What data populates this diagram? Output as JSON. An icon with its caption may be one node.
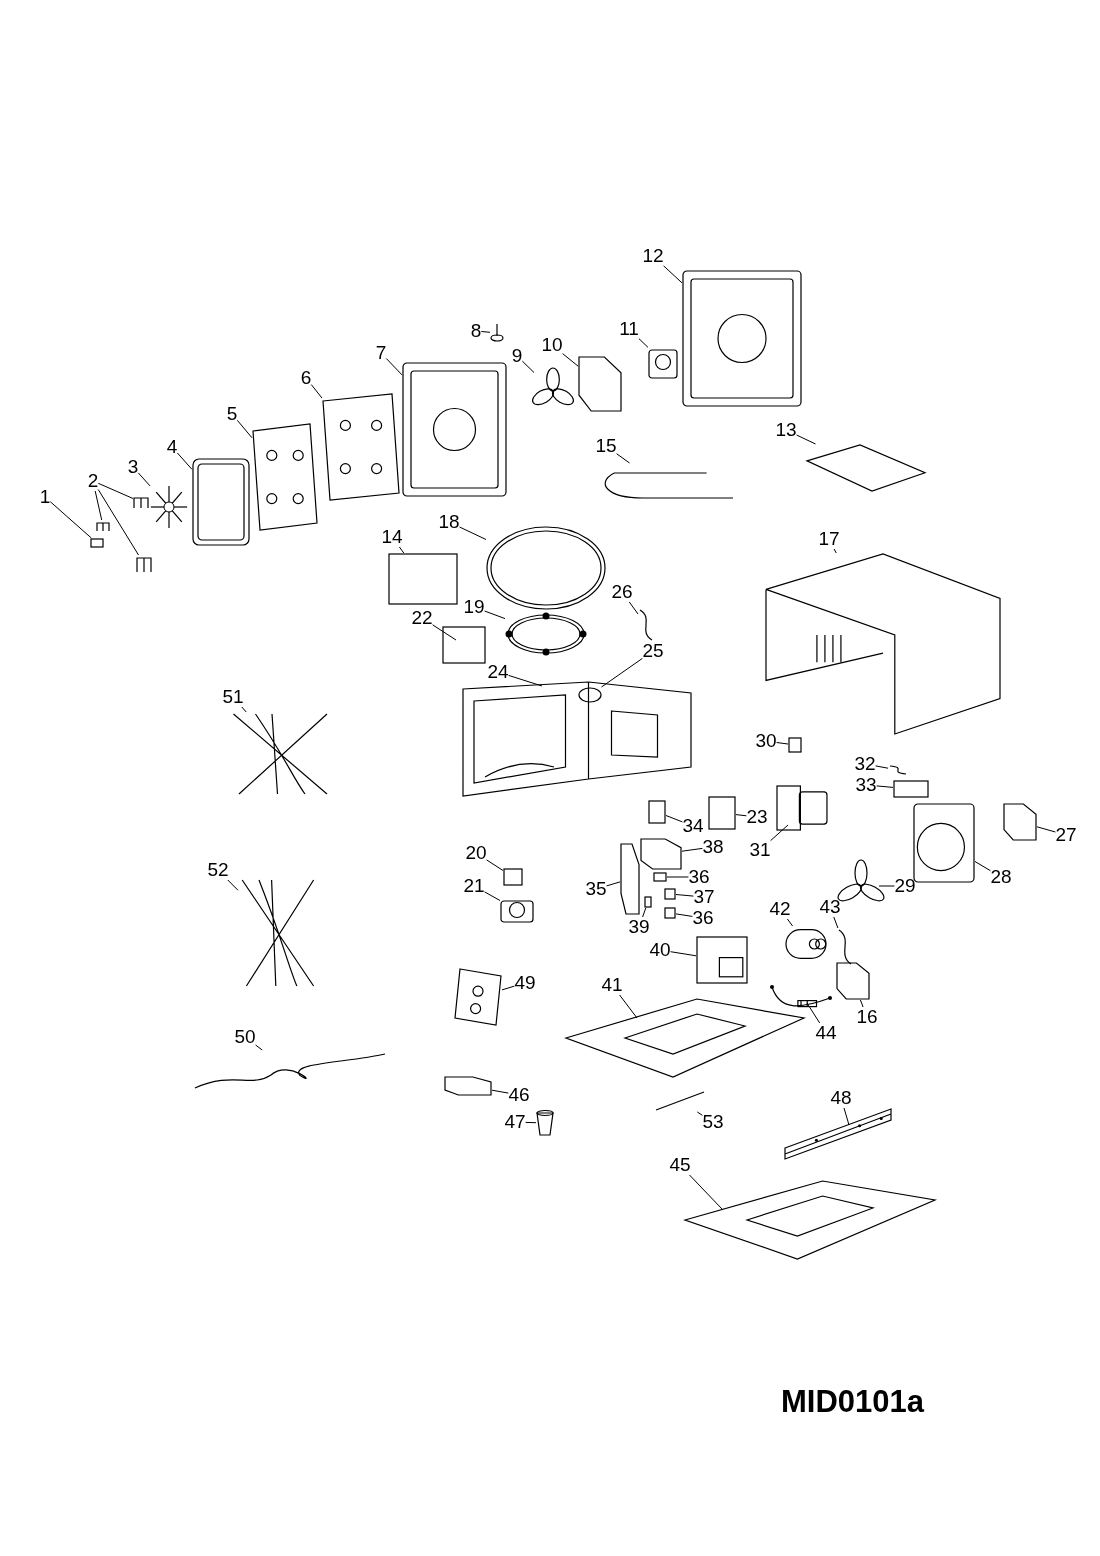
{
  "diagram": {
    "nodes": [
      {
        "text": [
          "1"
        ]
      },
      {
        "text": [],
        "shape": "box"
      },
      {
        "text": [
          "2"
        ]
      },
      {
        "text": [],
        "shape": "picture"
      },
      {
        "text": [],
        "shape": "picture"
      },
      {
        "text": [],
        "shape": "picture"
      },
      {
        "text": [
          "3"
        ]
      },
      {
        "text": [],
        "shape": "picture"
      },
      {
        "text": [
          "4"
        ]
      },
      {
        "text": [],
        "shape": "picture"
      },
      {
        "text": [
          "5"
        ]
      },
      {
        "text": [],
        "shape": "picture"
      },
      {
        "text": [
          "6"
        ]
      },
      {
        "text": [],
        "shape": "picture"
      },
      {
        "text": [
          "7"
        ]
      },
      {
        "text": [],
        "shape": "picture"
      },
      {
        "text": [
          "8"
        ]
      },
      {
        "text": [],
        "shape": "picture"
      },
      {
        "text": [
          "9"
        ]
      },
      {
        "text": [],
        "shape": "picture"
      },
      {
        "text": [
          "10"
        ]
      },
      {
        "text": [],
        "shape": "picture"
      },
      {
        "text": [
          "11"
        ]
      },
      {
        "text": [],
        "shape": "picture"
      },
      {
        "text": [
          "12"
        ]
      },
      {
        "text": [],
        "shape": "picture"
      },
      {
        "text": [
          "13"
        ]
      },
      {
        "text": [],
        "shape": "picture"
      },
      {
        "text": [
          "14"
        ]
      },
      {
        "text": [],
        "shape": "box"
      },
      {
        "text": [
          "15"
        ]
      },
      {
        "text": [],
        "shape": "picture"
      },
      {
        "text": [
          "16"
        ]
      },
      {
        "text": [],
        "shape": "picture"
      },
      {
        "text": [
          "17"
        ]
      },
      {
        "text": [],
        "shape": "picture"
      },
      {
        "text": [
          "18"
        ]
      },
      {
        "text": [],
        "shape": "picture"
      },
      {
        "text": [
          "19"
        ]
      },
      {
        "text": [],
        "shape": "picture"
      },
      {
        "text": [
          "20"
        ]
      },
      {
        "text": [],
        "shape": "box"
      },
      {
        "text": [
          "21"
        ]
      },
      {
        "text": [],
        "shape": "picture"
      },
      {
        "text": [
          "22"
        ]
      },
      {
        "text": [],
        "shape": "box"
      },
      {
        "text": [
          "23"
        ]
      },
      {
        "text": [],
        "shape": "box"
      },
      {
        "text": [
          "24"
        ]
      },
      {
        "text": [],
        "shape": "picture"
      },
      {
        "text": [
          "25"
        ]
      },
      {
        "text": [],
        "shape": "circle",
        "in": 49
      },
      {
        "text": [
          "26"
        ]
      },
      {
        "text": [],
        "shape": "picture"
      },
      {
        "text": [
          "27"
        ]
      },
      {
        "text": [],
        "shape": "picture"
      },
      {
        "text": [
          "28"
        ]
      },
      {
        "text": [],
        "shape": "picture"
      },
      {
        "text": [
          "29"
        ]
      },
      {
        "text": [],
        "shape": "picture"
      },
      {
        "text": [
          "30"
        ]
      },
      {
        "text": [],
        "shape": "box"
      },
      {
        "text": [
          "31"
        ]
      },
      {
        "text": [],
        "shape": "picture"
      },
      {
        "text": [
          "32"
        ]
      },
      {
        "text": [],
        "shape": "picture"
      },
      {
        "text": [
          "33"
        ]
      },
      {
        "text": [],
        "shape": "box"
      },
      {
        "text": [
          "34"
        ]
      },
      {
        "text": [],
        "shape": "box"
      },
      {
        "text": [
          "35"
        ]
      },
      {
        "text": [],
        "shape": "picture"
      },
      {
        "text": [
          "36"
        ]
      },
      {
        "text": [],
        "shape": "box"
      },
      {
        "text": [
          "37"
        ]
      },
      {
        "text": [],
        "shape": "box"
      },
      {
        "text": [
          "36"
        ]
      },
      {
        "text": [],
        "shape": "box"
      },
      {
        "text": [
          "38"
        ]
      },
      {
        "text": [],
        "shape": "picture"
      },
      {
        "text": [
          "39"
        ]
      },
      {
        "text": [],
        "shape": "box"
      },
      {
        "text": [
          "40"
        ]
      },
      {
        "text": [],
        "shape": "picture"
      },
      {
        "text": [
          "41"
        ]
      },
      {
        "text": [],
        "shape": "picture"
      },
      {
        "text": [
          "42"
        ]
      },
      {
        "text": [],
        "shape": "picture"
      },
      {
        "text": [
          "43"
        ]
      },
      {
        "text": [],
        "shape": "picture"
      },
      {
        "text": [
          "44"
        ]
      },
      {
        "text": [],
        "shape": "picture"
      },
      {
        "text": [
          "45"
        ]
      },
      {
        "text": [],
        "shape": "picture"
      },
      {
        "text": [
          "46"
        ]
      },
      {
        "text": [],
        "shape": "picture"
      },
      {
        "text": [
          "47"
        ]
      },
      {
        "text": [],
        "shape": "picture"
      },
      {
        "text": [
          "48"
        ]
      },
      {
        "text": [],
        "shape": "picture"
      },
      {
        "text": [
          "49"
        ]
      },
      {
        "text": [],
        "shape": "picture"
      },
      {
        "text": [
          "50"
        ]
      },
      {
        "text": [],
        "shape": "picture"
      },
      {
        "text": [
          "51"
        ]
      },
      {
        "text": [],
        "shape": "picture"
      },
      {
        "text": [
          "52"
        ]
      },
      {
        "text": [],
        "shape": "picture"
      },
      {
        "text": [
          "53"
        ]
      },
      {
        "text": [],
        "shape": "picture"
      }
    ],
    "edges": [
      {
        "from": 0,
        "to": 1,
        "arrow": "none"
      },
      {
        "from": 2,
        "to": 3,
        "arrow": "none"
      },
      {
        "from": 2,
        "to": 4,
        "arrow": "none"
      },
      {
        "from": 2,
        "to": 5,
        "arrow": "none"
      },
      {
        "from": 6,
        "to": 7,
        "arrow": "none"
      },
      {
        "from": 8,
        "to": 9,
        "arrow": "none"
      },
      {
        "from": 10,
        "to": 11,
        "arrow": "none"
      },
      {
        "from": 12,
        "to": 13,
        "arrow": "none"
      },
      {
        "from": 14,
        "to": 15,
        "arrow": "none"
      },
      {
        "from": 16,
        "to": 17,
        "arrow": "none"
      },
      {
        "from": 18,
        "to": 19,
        "arrow": "none"
      },
      {
        "from": 20,
        "to": 21,
        "arrow": "none"
      },
      {
        "from": 22,
        "to": 23,
        "arrow": "none"
      },
      {
        "from": 24,
        "to": 25,
        "arrow": "none"
      },
      {
        "from": 26,
        "to": 27,
        "arrow": "none"
      },
      {
        "from": 28,
        "to": 29,
        "arrow": "none"
      },
      {
        "from": 30,
        "to": 31,
        "arrow": "none"
      },
      {
        "from": 32,
        "to": 33,
        "arrow": "none"
      },
      {
        "from": 34,
        "to": 35,
        "arrow": "none"
      },
      {
        "from": 36,
        "to": 37,
        "arrow": "none"
      },
      {
        "from": 38,
        "to": 39,
        "arrow": "none"
      },
      {
        "from": 40,
        "to": 41,
        "arrow": "none"
      },
      {
        "from": 42,
        "to": 43,
        "arrow": "none"
      },
      {
        "from": 44,
        "to": 45,
        "arrow": "none"
      },
      {
        "from": 46,
        "to": 47,
        "arrow": "none"
      },
      {
        "from": 48,
        "to": 49,
        "arrow": "none"
      },
      {
        "from": 50,
        "to": 51,
        "arrow": "none"
      },
      {
        "from": 52,
        "to": 53,
        "arrow": "none"
      },
      {
        "from": 54,
        "to": 55,
        "arrow": "none"
      },
      {
        "from": 56,
        "to": 57,
        "arrow": "none"
      },
      {
        "from": 58,
        "to": 59,
        "arrow": "none"
      },
      {
        "from": 60,
        "to": 61,
        "arrow": "none"
      },
      {
        "from": 62,
        "to": 63,
        "arrow": "none"
      },
      {
        "from": 64,
        "to": 65,
        "arrow": "none"
      },
      {
        "from": 66,
        "to": 67,
        "arrow": "none"
      },
      {
        "from": 68,
        "to": 69,
        "arrow": "none"
      },
      {
        "from": 70,
        "to": 71,
        "arrow": "none"
      },
      {
        "from": 72,
        "to": 73,
        "arrow": "none"
      },
      {
        "from": 74,
        "to": 75,
        "arrow": "none"
      },
      {
        "from": 76,
        "to": 77,
        "arrow": "none"
      },
      {
        "from": 78,
        "to": 79,
        "arrow": "none"
      },
      {
        "from": 80,
        "to": 81,
        "arrow": "none"
      },
      {
        "from": 82,
        "to": 83,
        "arrow": "none"
      },
      {
        "from": 84,
        "to": 85,
        "arrow": "none"
      },
      {
        "from": 86,
        "to": 87,
        "arrow": "none"
      },
      {
        "from": 88,
        "to": 89,
        "arrow": "none"
      },
      {
        "from": 90,
        "to": 91,
        "arrow": "none"
      },
      {
        "from": 92,
        "to": 93,
        "arrow": "none"
      },
      {
        "from": 94,
        "to": 95,
        "arrow": "none"
      },
      {
        "from": 96,
        "to": 97,
        "arrow": "none"
      },
      {
        "from": 98,
        "to": 99,
        "arrow": "none"
      },
      {
        "from": 100,
        "to": 101,
        "arrow": "none"
      },
      {
        "from": 102,
        "to": 103,
        "arrow": "none"
      },
      {
        "from": 104,
        "to": 105,
        "arrow": "none"
      },
      {
        "from": 106,
        "to": 107,
        "arrow": "none"
      },
      {
        "from": 108,
        "to": 109,
        "arrow": "none"
      }
    ],
    "labels": [
      "MID0101a"
    ]
  }
}
